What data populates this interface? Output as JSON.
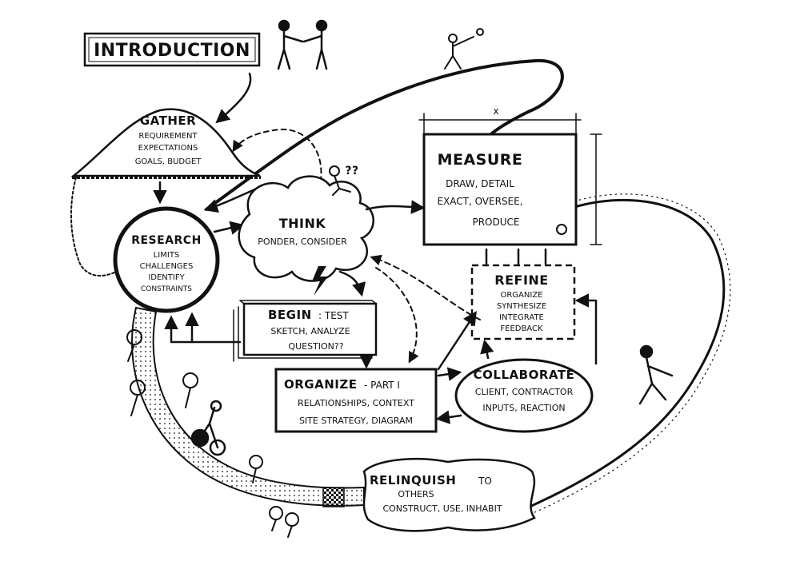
{
  "introduction": {
    "title": "INTRODUCTION"
  },
  "gather": {
    "title": "GATHER",
    "lines": [
      "REQUIREMENT",
      "EXPECTATIONS",
      "GOALS, BUDGET"
    ]
  },
  "research": {
    "title": "RESEARCH",
    "lines": [
      "LIMITS",
      "CHALLENGES",
      "IDENTIFY",
      "CONSTRAINTS"
    ]
  },
  "think": {
    "title": "THINK",
    "line": "PONDER, CONSIDER",
    "question_marks": "??"
  },
  "measure": {
    "title": "MEASURE",
    "lines": [
      "DRAW, DETAIL",
      "EXACT, OVERSEE,",
      "PRODUCE"
    ],
    "dimension_mark": "x"
  },
  "refine": {
    "title": "REFINE",
    "lines": [
      "ORGANIZE",
      "SYNTHESIZE",
      "INTEGRATE",
      "FEEDBACK"
    ]
  },
  "begin": {
    "title": "BEGIN",
    "suffix": ": TEST",
    "lines": [
      "SKETCH, ANALYZE",
      "QUESTION??"
    ]
  },
  "organize": {
    "title": "ORGANIZE",
    "suffix": "- PART I",
    "lines": [
      "RELATIONSHIPS, CONTEXT",
      "SITE STRATEGY, DIAGRAM"
    ]
  },
  "collaborate": {
    "title": "COLLABORATE",
    "lines": [
      "CLIENT, CONTRACTOR",
      "INPUTS, REACTION"
    ]
  },
  "relinquish": {
    "title": "RELINQUISH",
    "suffix": "TO",
    "lines": [
      "OTHERS",
      "CONSTRUCT, USE, INHABIT"
    ]
  }
}
